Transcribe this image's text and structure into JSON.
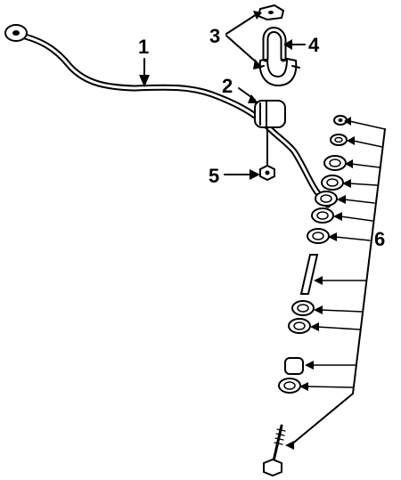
{
  "diagram": {
    "callouts": [
      {
        "id": "1",
        "label": "1"
      },
      {
        "id": "2",
        "label": "2"
      },
      {
        "id": "3",
        "label": "3"
      },
      {
        "id": "4",
        "label": "4"
      },
      {
        "id": "5",
        "label": "5"
      },
      {
        "id": "6",
        "label": "6"
      }
    ],
    "parts": [
      {
        "callout": "1",
        "name": "stabilizer-bar"
      },
      {
        "callout": "2",
        "name": "bar-bushing"
      },
      {
        "callout": "3",
        "name": "bushing-clamp"
      },
      {
        "callout": "4",
        "name": "u-bolt"
      },
      {
        "callout": "5",
        "name": "nut"
      },
      {
        "callout": "6",
        "name": "link-kit"
      }
    ],
    "colors": {
      "ink": "#000000",
      "background": "#ffffff"
    }
  }
}
